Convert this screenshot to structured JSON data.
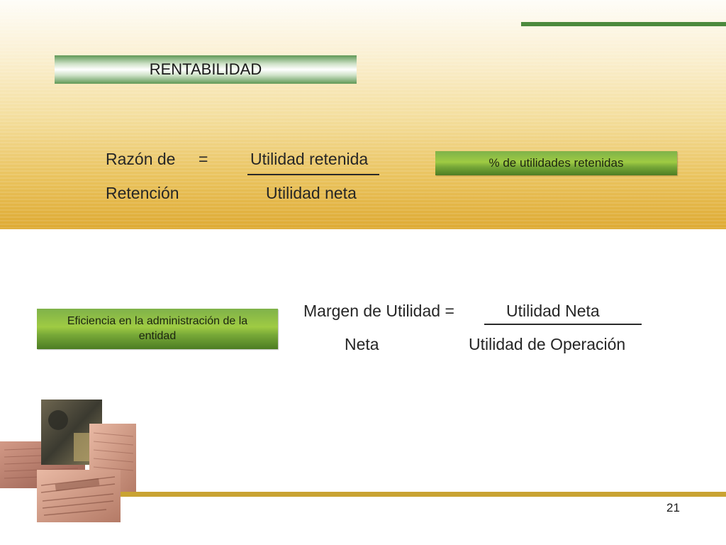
{
  "slide": {
    "title": "RENTABILIDAD",
    "page_number": "21"
  },
  "formula_retention": {
    "label_line1": "Razón de",
    "equals": "=",
    "label_line2": "Retención",
    "numerator": "Utilidad retenida",
    "denominator": "Utilidad neta",
    "result_box": "% de utilidades retenidas"
  },
  "formula_margin": {
    "label_line1": "Margen de Utilidad =",
    "label_line2": "Neta",
    "numerator": "Utilidad Neta",
    "denominator": "Utilidad de Operación",
    "side_box_line1": "Eficiencia en la administración de la",
    "side_box_line2": "entidad"
  },
  "colors": {
    "accent_green": "#4c8a3e",
    "accent_gold": "#c9a332",
    "band_gold": "#deaa33"
  },
  "decor": {
    "collage_icon": "newspaper-collage-image"
  }
}
